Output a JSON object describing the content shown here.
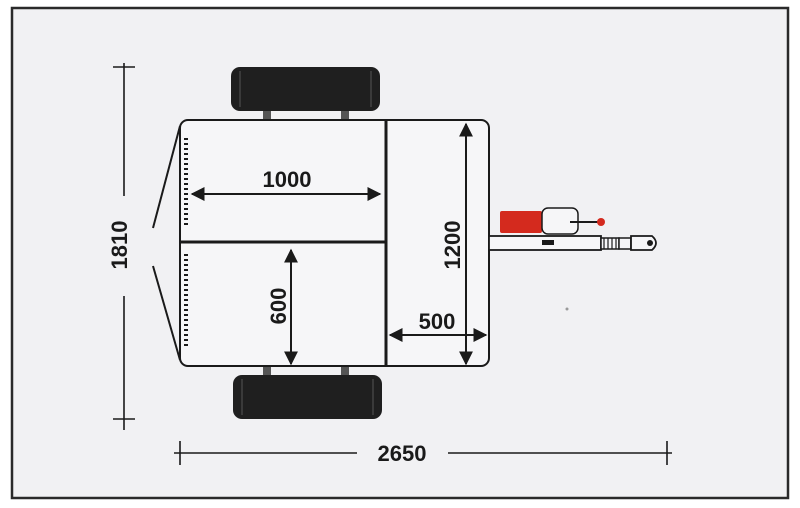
{
  "dimensions": {
    "overall_length": "2650",
    "overall_width": "1810",
    "front_compartment_length": "1000",
    "front_compartment_width": "600",
    "rear_compartment_width": "1200",
    "rear_compartment_length": "500"
  },
  "colors": {
    "background": "#f1f1f3",
    "frame": "#2a2a2a",
    "tire": "#1f1f1f",
    "trailer_body": "#f6f6f8",
    "jockey_wheel": "#d42a1e",
    "line": "#1a1a1a"
  },
  "icons": {
    "drawbar": "tow-hitch-icon",
    "support_wheel": "jockey-wheel-icon",
    "tire": "tire-icon"
  }
}
